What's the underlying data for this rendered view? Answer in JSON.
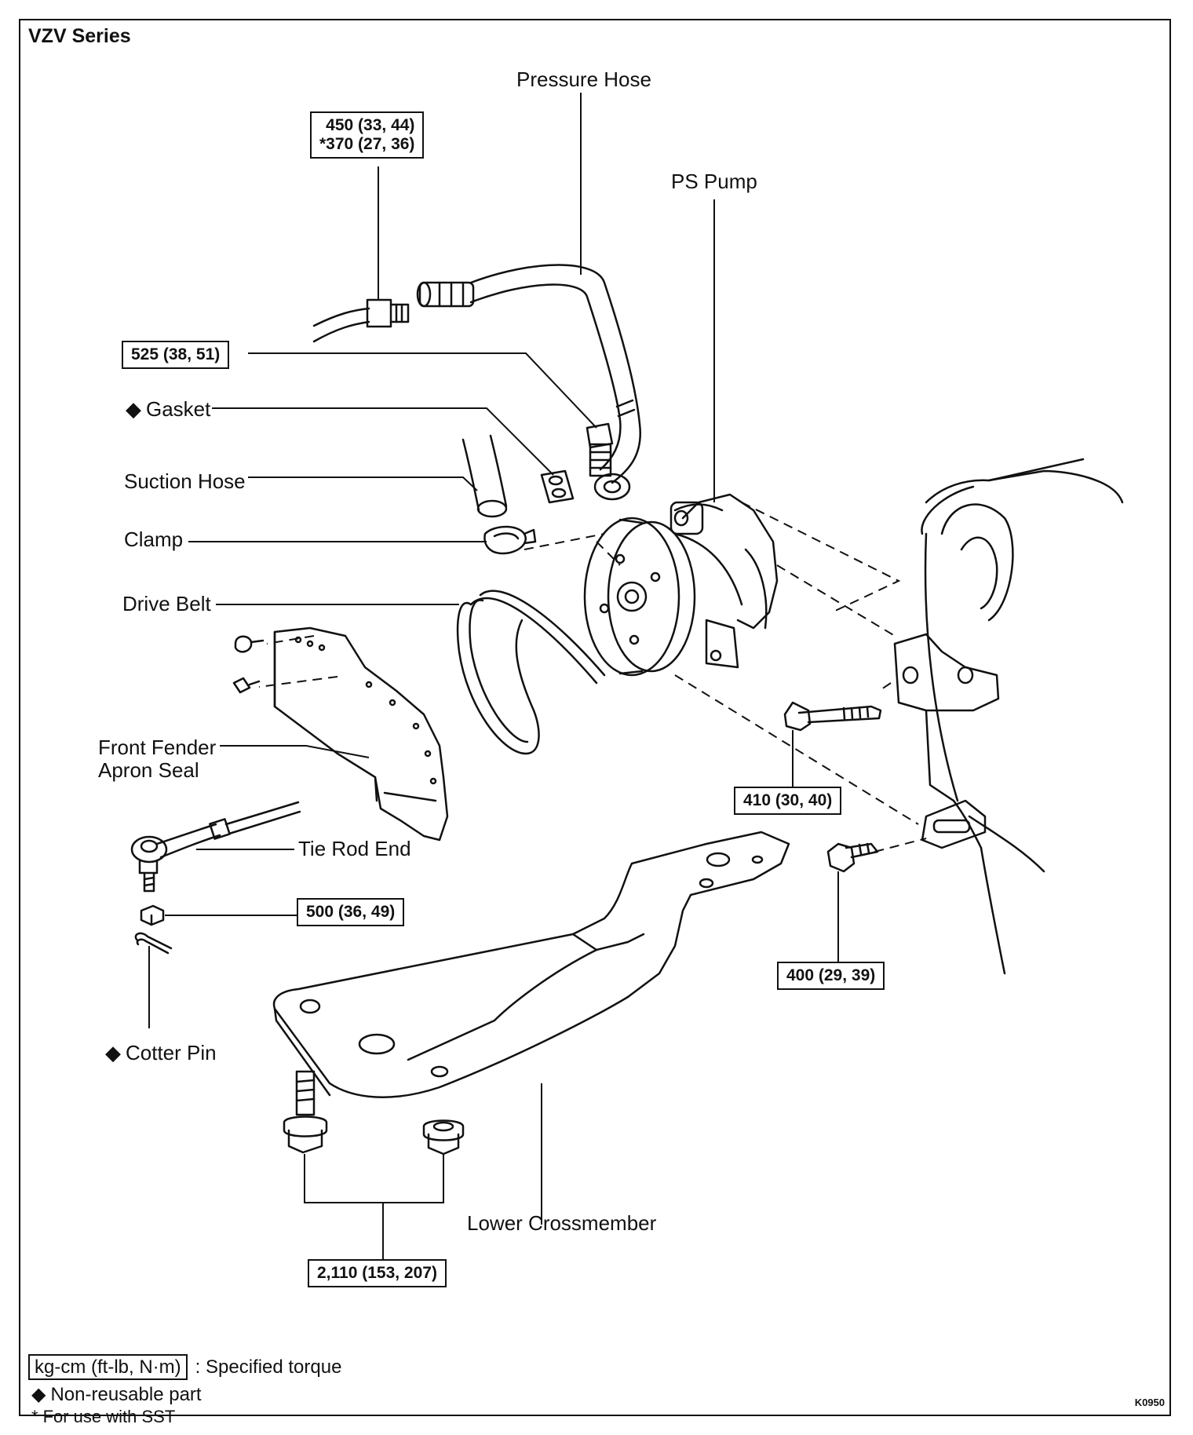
{
  "header": {
    "series": "VZV Series"
  },
  "labels": {
    "pressure_hose": "Pressure Hose",
    "ps_pump": "PS Pump",
    "gasket": "Gasket",
    "suction_hose": "Suction Hose",
    "clamp": "Clamp",
    "drive_belt": "Drive Belt",
    "front_fender_line1": "Front Fender",
    "front_fender_line2": "Apron Seal",
    "tie_rod_end": "Tie Rod End",
    "cotter_pin": "Cotter Pin",
    "lower_crossmember": "Lower Crossmember"
  },
  "torques": {
    "hose_fitting_line1": "450 (33, 44)",
    "hose_fitting_line2": "*370 (27, 36)",
    "union_bolt": "525 (38, 51)",
    "pump_bolt": "410 (30, 40)",
    "pump_bracket_bolt": "400 (29, 39)",
    "tie_rod_nut": "500 (36, 49)",
    "crossmember": "2,110 (153, 207)"
  },
  "symbols": {
    "non_reusable": "◆",
    "sst": "*"
  },
  "legend": {
    "torque_unit": "kg-cm (ft-lb, N·m)",
    "torque_desc": ": Specified torque",
    "non_reusable": "Non-reusable part",
    "sst": "For use with SST"
  },
  "figure_code": "K0950"
}
